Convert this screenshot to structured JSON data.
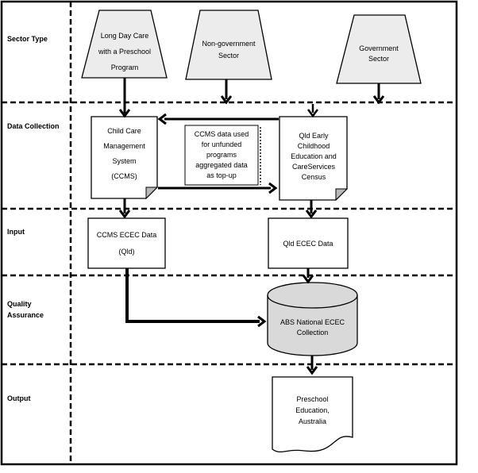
{
  "row_labels": {
    "sector_type": "Sector Type",
    "data_collection": "Data Collection",
    "input": "Input",
    "quality_assurance": "Quality\nAssurance",
    "output": "Output"
  },
  "nodes": {
    "long_day_care": "Long Day Care\nwith a Preschool\nProgram",
    "non_government": "Non-government\nSector",
    "government": "Government\nSector",
    "ccms": "Child Care\nManagement\nSystem\n(CCMS)",
    "ccms_note": "CCMS data used\nfor unfunded\nprograms\naggregated data\nas top-up",
    "qld_census": "Qld Early\nChildhood\nEducation and\nCareServices\nCensus",
    "ccms_ecec_data": "CCMS ECEC Data\n(Qld)",
    "qld_ecec_data": "Qld ECEC Data",
    "abs_collection": "ABS National ECEC\nCollection",
    "preschool_education": "Preschool\nEducation,\nAustralia"
  },
  "colors": {
    "trapezoid_fill": "#ececec",
    "cylinder_fill": "#d9d9d9",
    "fold_fill": "#b8b8b8",
    "document_fill": "#ffffff",
    "line": "#000000",
    "background": "#ffffff"
  }
}
